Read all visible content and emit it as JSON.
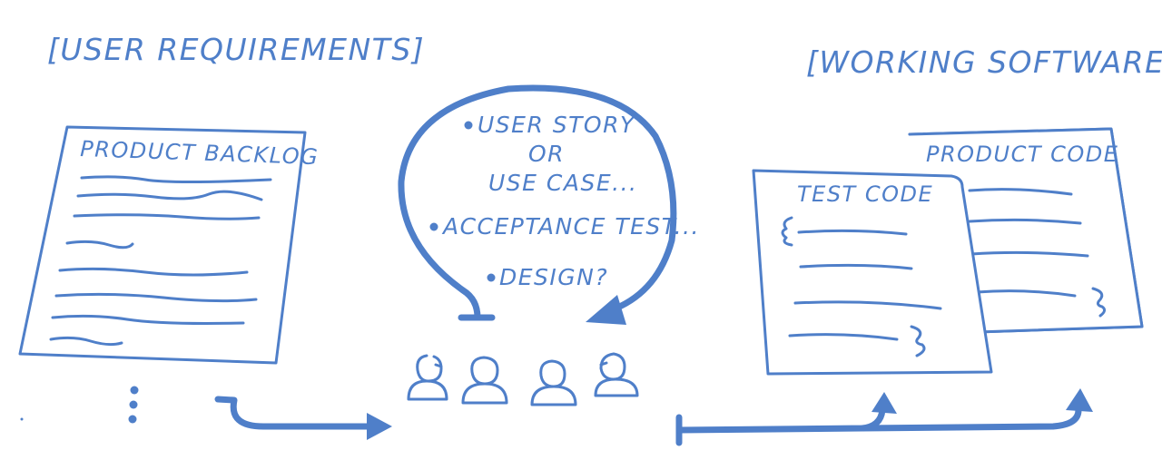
{
  "input_label": "[USER REQUIREMENTS]",
  "output_label": "[WORKING SOFTWARE]",
  "backlog": {
    "title": "PRODUCT BACKLOG"
  },
  "cycle": {
    "item1_line1": "USER STORY",
    "item1_line2": "OR",
    "item1_line3": "USE CASE...",
    "item2": "ACCEPTANCE TEST...",
    "item3": "DESIGN?"
  },
  "test_code": {
    "title": "TEST CODE"
  },
  "product_code": {
    "title": "PRODUCT CODE"
  },
  "team": {
    "member_count": 4
  },
  "colors": {
    "ink": "#4f7fc9",
    "background": "#ffffff"
  }
}
